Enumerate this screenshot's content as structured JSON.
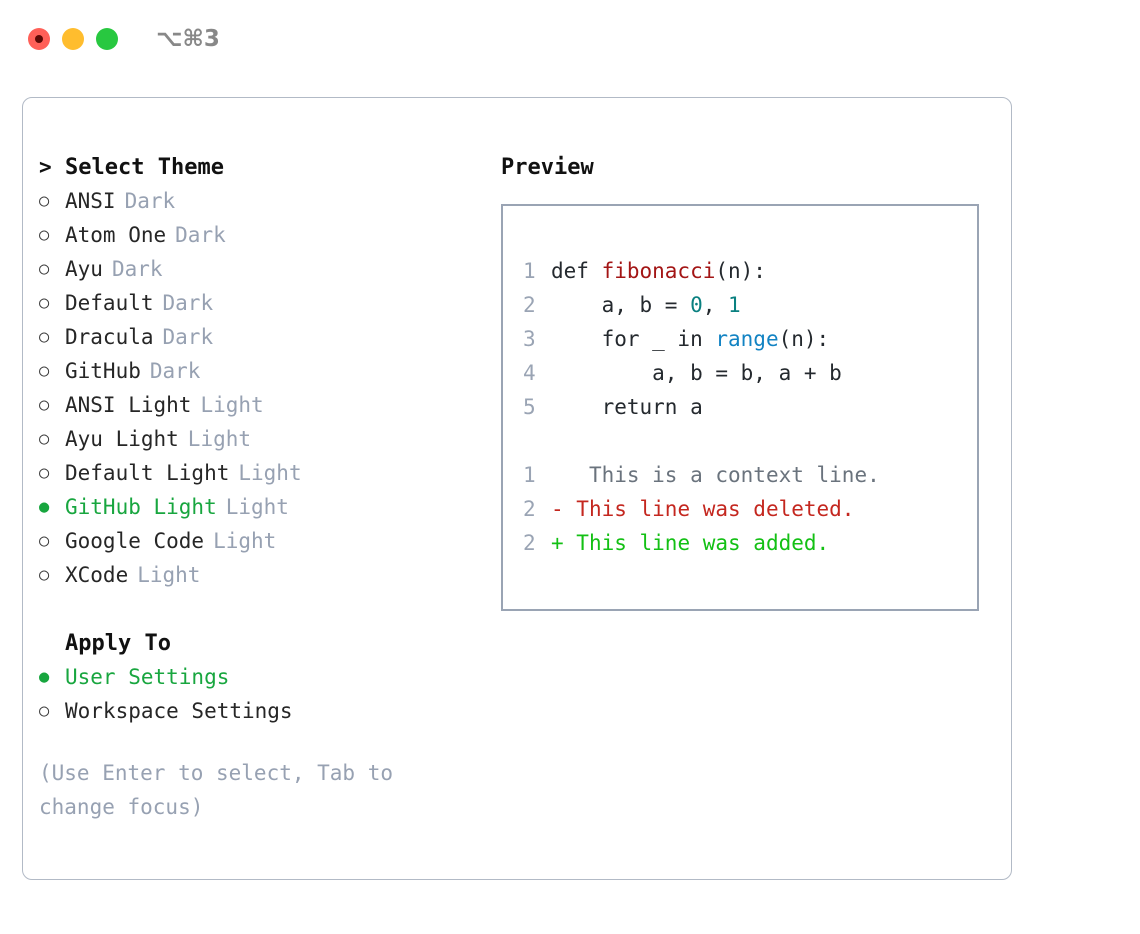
{
  "titlebar": {
    "shortcut": "⌥⌘3",
    "buttons": [
      "close",
      "minimize",
      "maximize"
    ]
  },
  "theme_list": {
    "header": "Select Theme",
    "header_marker": ">",
    "items": [
      {
        "label": "ANSI",
        "tag": "Dark",
        "selected": false,
        "marker": "○"
      },
      {
        "label": "Atom One",
        "tag": "Dark",
        "selected": false,
        "marker": "○"
      },
      {
        "label": "Ayu",
        "tag": "Dark",
        "selected": false,
        "marker": "○"
      },
      {
        "label": "Default",
        "tag": "Dark",
        "selected": false,
        "marker": "○"
      },
      {
        "label": "Dracula",
        "tag": "Dark",
        "selected": false,
        "marker": "○"
      },
      {
        "label": "GitHub",
        "tag": "Dark",
        "selected": false,
        "marker": "○"
      },
      {
        "label": "ANSI Light",
        "tag": "Light",
        "selected": false,
        "marker": "○"
      },
      {
        "label": "Ayu Light",
        "tag": "Light",
        "selected": false,
        "marker": "○"
      },
      {
        "label": "Default Light",
        "tag": "Light",
        "selected": false,
        "marker": "○"
      },
      {
        "label": "GitHub Light",
        "tag": "Light",
        "selected": true,
        "marker": "●"
      },
      {
        "label": "Google Code",
        "tag": "Light",
        "selected": false,
        "marker": "○"
      },
      {
        "label": "XCode",
        "tag": "Light",
        "selected": false,
        "marker": "○"
      }
    ]
  },
  "apply_to": {
    "header": "Apply To",
    "items": [
      {
        "label": "User Settings",
        "selected": true,
        "marker": "●"
      },
      {
        "label": "Workspace Settings",
        "selected": false,
        "marker": "○"
      }
    ]
  },
  "help_text": "(Use Enter to select, Tab to change focus)",
  "preview": {
    "title": "Preview",
    "code_lines": [
      {
        "num": "1",
        "tokens": [
          {
            "t": "def ",
            "k": "plain"
          },
          {
            "t": "fibonacci",
            "k": "func"
          },
          {
            "t": "(n):",
            "k": "plain"
          }
        ]
      },
      {
        "num": "2",
        "tokens": [
          {
            "t": "    a, b = ",
            "k": "plain"
          },
          {
            "t": "0",
            "k": "num"
          },
          {
            "t": ", ",
            "k": "plain"
          },
          {
            "t": "1",
            "k": "num"
          }
        ]
      },
      {
        "num": "3",
        "tokens": [
          {
            "t": "    for _ in ",
            "k": "plain"
          },
          {
            "t": "range",
            "k": "builtin"
          },
          {
            "t": "(n):",
            "k": "plain"
          }
        ]
      },
      {
        "num": "4",
        "tokens": [
          {
            "t": "        a, b = b, a + b",
            "k": "plain"
          }
        ]
      },
      {
        "num": "5",
        "tokens": [
          {
            "t": "    return a",
            "k": "plain"
          }
        ]
      }
    ],
    "diff_lines": [
      {
        "num": "1",
        "sign": " ",
        "text": "  This is a context line.",
        "kind": "context"
      },
      {
        "num": "2",
        "sign": "-",
        "text": " This line was deleted.",
        "kind": "deleted"
      },
      {
        "num": "2",
        "sign": "+",
        "text": " This line was added.",
        "kind": "added"
      }
    ]
  },
  "colors": {
    "accent_green": "#18a63f",
    "tag_gray": "#97a1b2",
    "border": "#b2bac6",
    "code_border": "#9aa4b4",
    "func_red": "#a31515",
    "number_teal": "#0a8080",
    "builtin_blue": "#1283c3",
    "diff_context": "#6a737d",
    "diff_deleted": "#c4271f",
    "diff_added": "#13c014"
  }
}
